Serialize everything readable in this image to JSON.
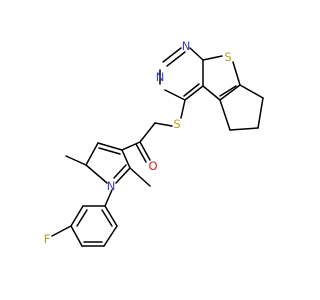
{
  "colors": {
    "bond": "#000000",
    "nitrogen": "#3a3ac8",
    "sulfur": "#b5a31d",
    "oxygen": "#d81c1c",
    "fluorine": "#a6a01e",
    "background": "#ffffff"
  },
  "atoms": {
    "n_pyrimidine_top": "N",
    "n_pyrimidine_left": "N",
    "s_thiophene": "S",
    "s_thioether": "S",
    "o_carbonyl": "O",
    "n_pyrrole": "N",
    "f_fluoro": "F"
  }
}
